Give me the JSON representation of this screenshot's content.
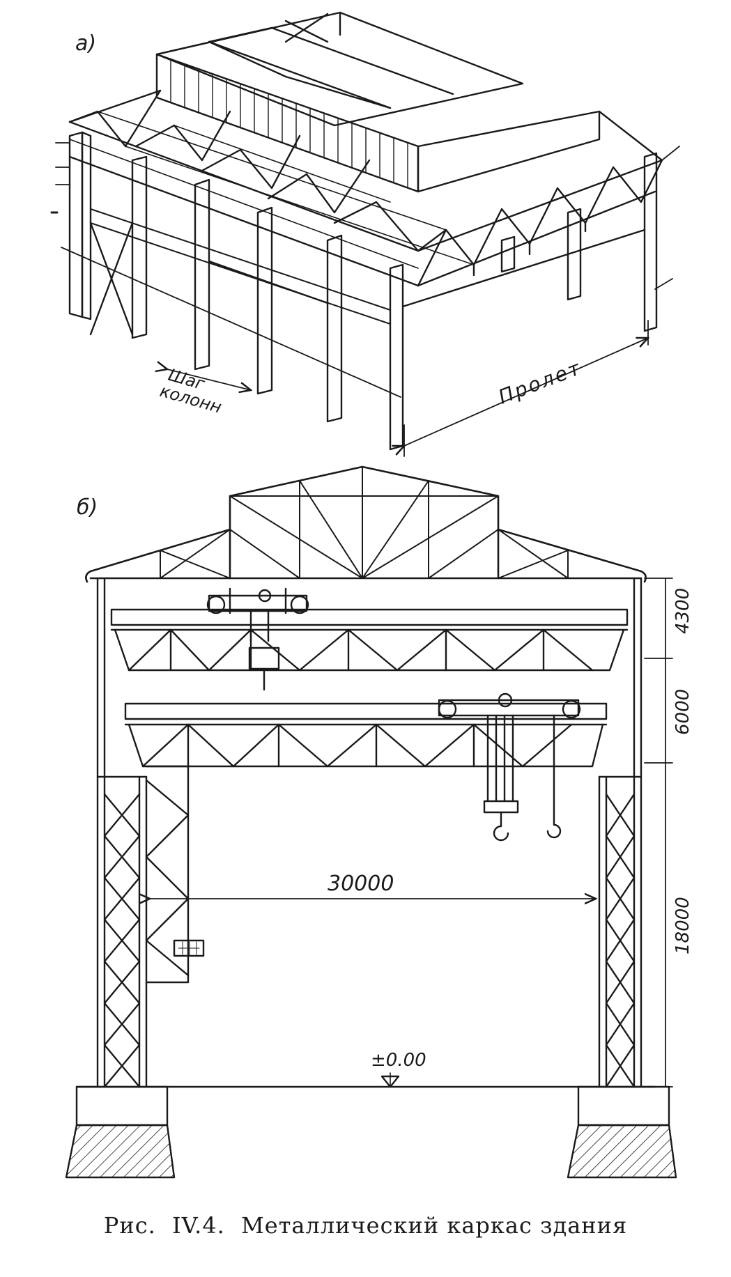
{
  "figure_a": {
    "label": "a)",
    "span_label": "Пролет",
    "step_label_line1": "Шаг",
    "step_label_line2": "колонн"
  },
  "figure_b": {
    "label": "б)",
    "dim_roof": "4300",
    "dim_crane_upper": "6000",
    "dim_column": "18000",
    "dim_span": "30000",
    "floor_level": "±0.00"
  },
  "caption": {
    "prefix": "Рис.",
    "number": "IV.4.",
    "text": "Металлический каркас здания"
  }
}
